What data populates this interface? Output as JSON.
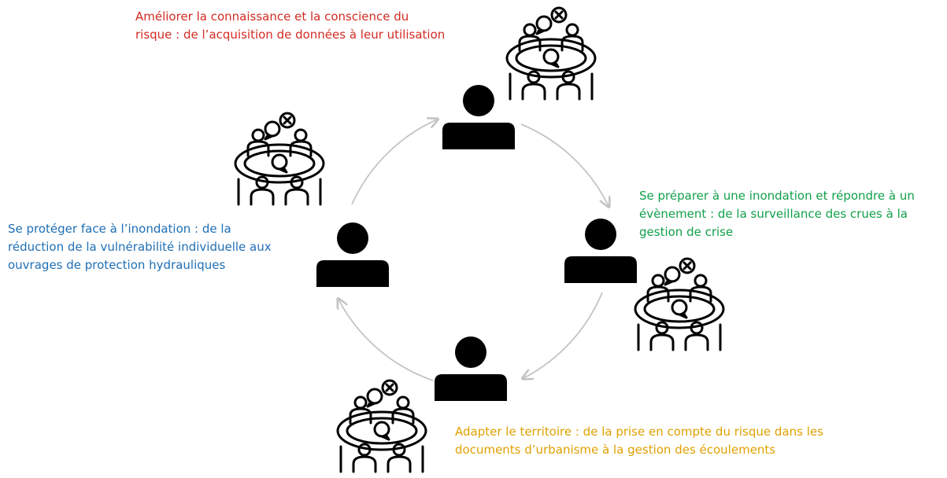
{
  "colors": {
    "red": "#d32b23",
    "green": "#12a04b",
    "blue": "#1f6fb5",
    "orange": "#e0a100",
    "arrow": "#c4c4c4",
    "icon": "#000000"
  },
  "labels": {
    "top": "Améliorer la connaissance et la conscience du\nrisque : de l’acquisition de données à leur utilisation",
    "right": "Se préparer à une inondation et répondre à un\névènement : de la surveillance des crues à la\ngestion de crise",
    "left": "Se protéger face à l’inondation : de la\nréduction de la vulnérabilité individuelle aux\nouvrages de protection hydrauliques",
    "bottom": "Adapter le territoire : de la prise en compte du risque dans les\ndocuments d’urbanisme à la gestion des écoulements"
  },
  "icons": {
    "person": "person-icon",
    "meeting": "meeting-table-icon",
    "arrow": "cycle-arrow"
  }
}
